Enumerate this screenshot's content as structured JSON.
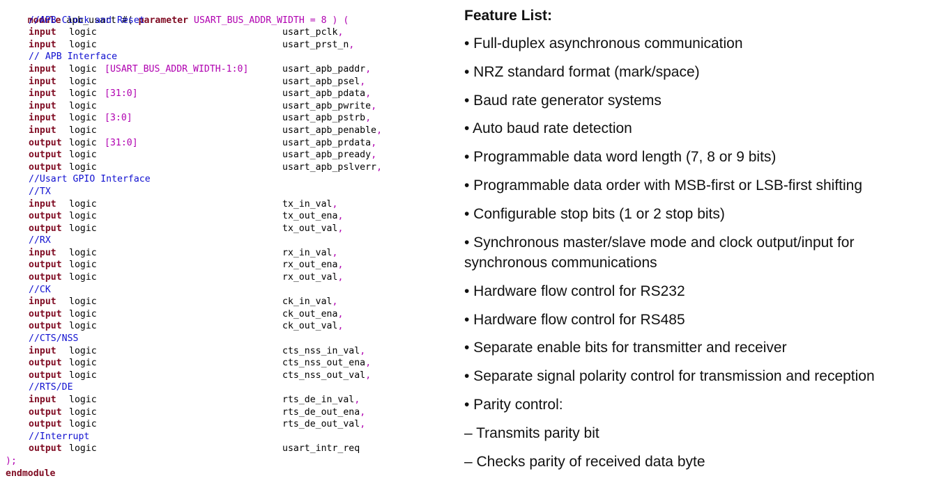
{
  "module": {
    "header": {
      "kw_module": "module",
      "name": "apb_usart #(",
      "kw_param": "parameter",
      "param": "USART_BUS_ADDR_WIDTH = 8",
      "tail": ") ("
    },
    "lines": [
      {
        "t": "comment",
        "text": "//APB Clock and Reset"
      },
      {
        "t": "port",
        "dir": "input",
        "type": "logic",
        "range": "",
        "sig": "usart_pclk",
        "end": ","
      },
      {
        "t": "port",
        "dir": "input",
        "type": "logic",
        "range": "",
        "sig": "usart_prst_n",
        "end": ","
      },
      {
        "t": "comment",
        "text": "// APB Interface"
      },
      {
        "t": "port",
        "dir": "input",
        "type": "logic",
        "range": "[USART_BUS_ADDR_WIDTH-1:0]",
        "sig": "usart_apb_paddr",
        "end": ","
      },
      {
        "t": "port",
        "dir": "input",
        "type": "logic",
        "range": "",
        "sig": "usart_apb_psel",
        "end": ","
      },
      {
        "t": "port",
        "dir": "input",
        "type": "logic",
        "range": "[31:0]",
        "sig": "usart_apb_pdata",
        "end": ","
      },
      {
        "t": "port",
        "dir": "input",
        "type": "logic",
        "range": "",
        "sig": "usart_apb_pwrite",
        "end": ","
      },
      {
        "t": "port",
        "dir": "input",
        "type": "logic",
        "range": "[3:0]",
        "sig": "usart_apb_pstrb",
        "end": ","
      },
      {
        "t": "port",
        "dir": "input",
        "type": "logic",
        "range": "",
        "sig": "usart_apb_penable",
        "end": ","
      },
      {
        "t": "port",
        "dir": "output",
        "type": "logic",
        "range": "[31:0]",
        "sig": "usart_apb_prdata",
        "end": ","
      },
      {
        "t": "port",
        "dir": "output",
        "type": "logic",
        "range": "",
        "sig": "usart_apb_pready",
        "end": ","
      },
      {
        "t": "port",
        "dir": "output",
        "type": "logic",
        "range": "",
        "sig": "usart_apb_pslverr",
        "end": ","
      },
      {
        "t": "comment",
        "text": "//Usart GPIO Interface"
      },
      {
        "t": "comment",
        "text": "//TX"
      },
      {
        "t": "port",
        "dir": "input",
        "type": "logic",
        "range": "",
        "sig": "tx_in_val",
        "end": ","
      },
      {
        "t": "port",
        "dir": "output",
        "type": "logic",
        "range": "",
        "sig": "tx_out_ena",
        "end": ","
      },
      {
        "t": "port",
        "dir": "output",
        "type": "logic",
        "range": "",
        "sig": "tx_out_val",
        "end": ","
      },
      {
        "t": "comment",
        "text": "//RX"
      },
      {
        "t": "port",
        "dir": "input",
        "type": "logic",
        "range": "",
        "sig": "rx_in_val",
        "end": ","
      },
      {
        "t": "port",
        "dir": "output",
        "type": "logic",
        "range": "",
        "sig": "rx_out_ena",
        "end": ","
      },
      {
        "t": "port",
        "dir": "output",
        "type": "logic",
        "range": "",
        "sig": "rx_out_val",
        "end": ","
      },
      {
        "t": "comment",
        "text": "//CK"
      },
      {
        "t": "port",
        "dir": "input",
        "type": "logic",
        "range": "",
        "sig": "ck_in_val",
        "end": ","
      },
      {
        "t": "port",
        "dir": "output",
        "type": "logic",
        "range": "",
        "sig": "ck_out_ena",
        "end": ","
      },
      {
        "t": "port",
        "dir": "output",
        "type": "logic",
        "range": "",
        "sig": "ck_out_val",
        "end": ","
      },
      {
        "t": "comment",
        "text": "//CTS/NSS"
      },
      {
        "t": "port",
        "dir": "input",
        "type": "logic",
        "range": "",
        "sig": "cts_nss_in_val",
        "end": ","
      },
      {
        "t": "port",
        "dir": "output",
        "type": "logic",
        "range": "",
        "sig": "cts_nss_out_ena",
        "end": ","
      },
      {
        "t": "port",
        "dir": "output",
        "type": "logic",
        "range": "",
        "sig": "cts_nss_out_val",
        "end": ","
      },
      {
        "t": "comment",
        "text": "//RTS/DE"
      },
      {
        "t": "port",
        "dir": "input",
        "type": "logic",
        "range": "",
        "sig": "rts_de_in_val",
        "end": ","
      },
      {
        "t": "port",
        "dir": "output",
        "type": "logic",
        "range": "",
        "sig": "rts_de_out_ena",
        "end": ","
      },
      {
        "t": "port",
        "dir": "output",
        "type": "logic",
        "range": "",
        "sig": "rts_de_out_val",
        "end": ","
      },
      {
        "t": "comment",
        "text": "//Interrupt"
      },
      {
        "t": "port",
        "dir": "output",
        "type": "logic",
        "range": "",
        "sig": "usart_intr_req",
        "end": ""
      },
      {
        "t": "close",
        "text": ");"
      },
      {
        "t": "endmodule",
        "text": "endmodule"
      }
    ]
  },
  "features": {
    "title": "Feature List:",
    "items": [
      "• Full-duplex asynchronous communication",
      "• NRZ standard format (mark/space)",
      "• Baud rate generator systems",
      "• Auto baud rate detection",
      "• Programmable data word length (7, 8 or 9 bits)",
      "• Programmable data order with MSB-first or LSB-first shifting",
      "• Configurable stop bits (1 or 2 stop bits)",
      "• Synchronous master/slave mode and clock output/input for synchronous communications",
      "• Hardware flow control for RS232",
      "• Hardware flow control for RS485",
      "• Separate enable bits for transmitter and receiver",
      "• Separate signal polarity control for transmission and reception",
      "• Parity control:",
      "– Transmits parity bit",
      "– Checks parity of received data byte"
    ]
  },
  "colors": {
    "keyword": "#7f0b22",
    "comment": "#1010d0",
    "range": "#b000b0",
    "text": "#000000"
  }
}
